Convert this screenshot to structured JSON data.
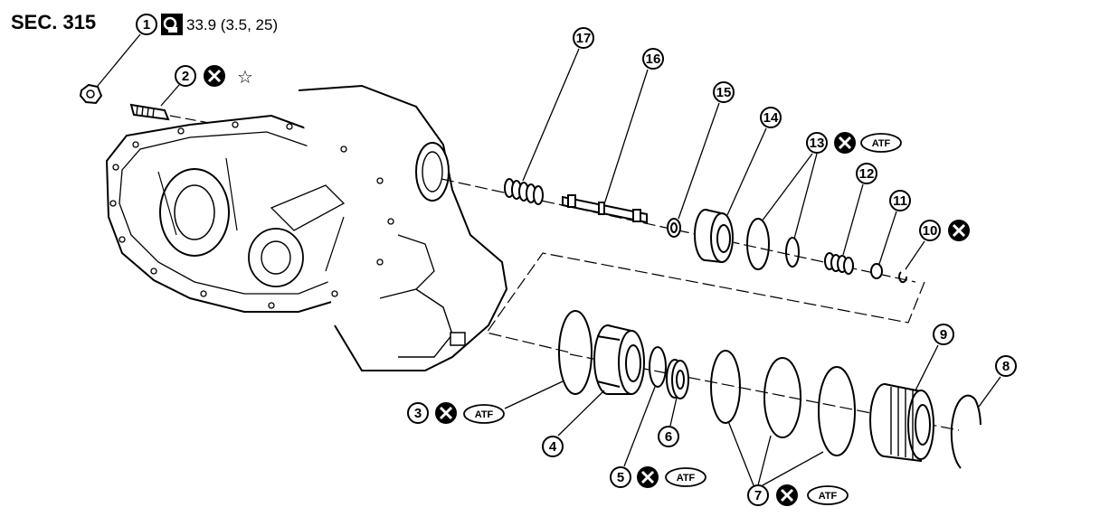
{
  "diagram": {
    "section_label": "SEC. 315",
    "torque_spec": "33.9 (3.5, 25)",
    "atf_label": "ATF",
    "star_symbol": "☆",
    "callouts": [
      "1",
      "2",
      "3",
      "4",
      "5",
      "6",
      "7",
      "8",
      "9",
      "10",
      "11",
      "12",
      "13",
      "14",
      "15",
      "16",
      "17"
    ],
    "icons": {
      "torque": "torque-wrench-icon",
      "replace": "do-not-reuse-icon",
      "atf": "apply-atf-icon",
      "sealant": "sealant-star-icon"
    }
  }
}
